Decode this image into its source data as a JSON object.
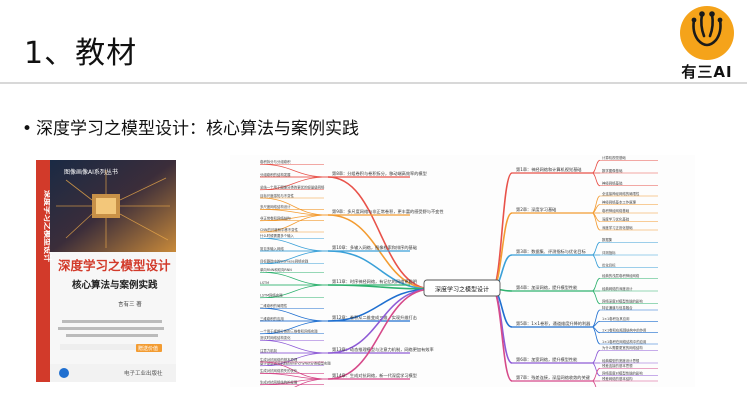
{
  "slide": {
    "title": "1、教材",
    "bullet": "深度学习之模型设计：核心算法与案例实践"
  },
  "logo": {
    "text": "有三AI",
    "color": "#f5a31a"
  },
  "book": {
    "series": "图像画像AI系列丛书",
    "title": "深度学习之模型设计",
    "subtitle": "核心算法与案例实践",
    "author": "言有三  著",
    "spine": "深度学习之模型设计",
    "badge": "赠送价值",
    "publisher": "电子工业出版社"
  },
  "mindmap": {
    "center": "深度学习之模型设计",
    "branches": [
      {
        "label": "第1章：神经网络和计算机视觉基础",
        "color": "#e8524a",
        "leaves": [
          "计算机视觉基础",
          "数学图像基础",
          "神经网络基础"
        ]
      },
      {
        "label": "第2章：深度学习基础",
        "color": "#f39c32",
        "leaves": [
          "全连接神经网络的局限性",
          "神经网络基本工作原理",
          "卷积神经网络基础",
          "深度学习优化基础",
          "深度学习正则化基础"
        ]
      },
      {
        "label": "第3章：数据集、评测指标与优化目标",
        "color": "#3aa0d8",
        "leaves": [
          "数据集",
          "评测指标",
          "优化目标"
        ]
      },
      {
        "label": "第4章：加深网络，提升模型性能",
        "color": "#2fb26f",
        "leaves": [
          "经典的浅层卷积神经网络",
          "经典网络的深度设计",
          "网络深度对模型性能的影响"
        ]
      },
      {
        "label": "第5章：1×1卷积，通道维度升降的利器",
        "color": "#1f6fd0",
        "leaves": [
          "特征通道与信息融合",
          "1×1卷积及其应用",
          "1×1卷积在瓶颈结构中的作用",
          "1×1卷积在网络结构中的应用"
        ]
      },
      {
        "label": "第6章：加宽网络，提升模型性能",
        "color": "#8e5bd6",
        "leaves": [
          "为什么需要更宽的网络结构",
          "经典模型的宽度设计思想",
          "网络宽度对模型性能的影响"
        ]
      },
      {
        "label": "第7章：残差连接，深层网络收敛的关键",
        "color": "#d64a8a",
        "leaves": [
          "残差连接的基本思想",
          "残差网络的基本结构",
          "残差连接网络的发展"
        ]
      },
      {
        "label": "第8章：分组卷积与卷积拆分，移动端高效率的模型",
        "color": "#e8524a",
        "leaves": [
          "卷积拆分与分组卷积",
          "分组卷积的结构发展",
          "总结一个用于图像分类的更优的轻量级网络"
        ]
      },
      {
        "label": "第9章：多尺度网络与非正常卷积，更丰富的感受野与不变性",
        "color": "#f39c32",
        "leaves": [
          "目标尺度感知与不变性",
          "多尺度网络结构设计",
          "非正常卷积网络结构",
          "CNN的尺度和平移不变性"
        ]
      },
      {
        "label": "第10章：多输入网络，图像检索和排序的基础",
        "color": "#3aa0d8",
        "leaves": [
          "什么时候需要多个输入",
          "常见多输入网络",
          "目标跟踪中的Siamese网络实践"
        ]
      },
      {
        "label": "第11章：时序神经网络，有记忆的网络更聪明",
        "color": "#2fb26f",
        "leaves": [
          "单向RNN和双向RNN",
          "LSTM",
          "LSTM网络实践"
        ]
      },
      {
        "label": "第12章：卷积从二维变成三维，实现升维打击",
        "color": "#1f6fd0",
        "leaves": [
          "二维卷积的局限性",
          "三维卷积的应用",
          "一个用于视频分类的三维卷积网络实践"
        ]
      },
      {
        "label": "第13章：动态推理模型与注意力机制，网络更加有效率",
        "color": "#8e5bd6",
        "leaves": [
          "测试时网络结构变化",
          "注意力机制",
          "基于提前退出机制的BranchyNet分类模型实践"
        ]
      },
      {
        "label": "第14章：生成对抗网络，新一代深度学习模型",
        "color": "#d64a8a",
        "leaves": [
          "生成对抗网络的基本原理",
          "生成对抗网络损失的优化",
          "生成对抗网络结构的发展",
          "DCGAN图像生成实践"
        ]
      }
    ]
  }
}
